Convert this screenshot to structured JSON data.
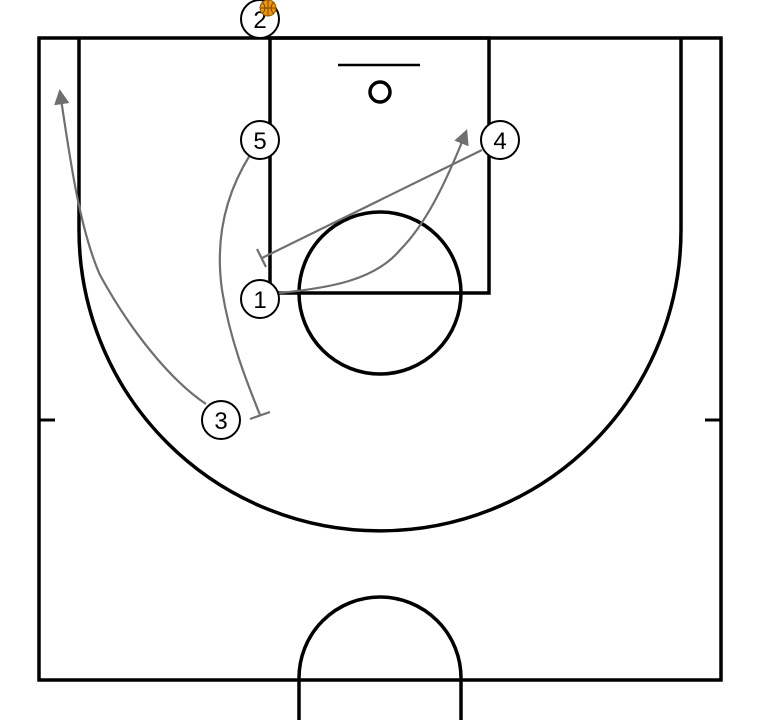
{
  "diagram": {
    "type": "basketball-half-court-play",
    "colors": {
      "background": "#ffffff",
      "court_lines": "#000000",
      "action_lines": "#6f6f6f",
      "ball": "#e8960f"
    },
    "players": [
      {
        "id": "p1",
        "label": "1"
      },
      {
        "id": "p2",
        "label": "2",
        "has_ball": true
      },
      {
        "id": "p3",
        "label": "3"
      },
      {
        "id": "p4",
        "label": "4"
      },
      {
        "id": "p5",
        "label": "5"
      }
    ],
    "actions": [
      {
        "id": "cut-1-to-4-spot",
        "from": "1",
        "kind": "cut",
        "end": "arrow"
      },
      {
        "id": "screen-4-for-1",
        "from": "4",
        "kind": "screen",
        "end": "screen-bar"
      },
      {
        "id": "screen-5-for-3",
        "from": "5",
        "kind": "screen",
        "end": "screen-bar"
      },
      {
        "id": "cut-3-to-corner",
        "from": "3",
        "kind": "cut",
        "end": "arrow"
      }
    ]
  }
}
